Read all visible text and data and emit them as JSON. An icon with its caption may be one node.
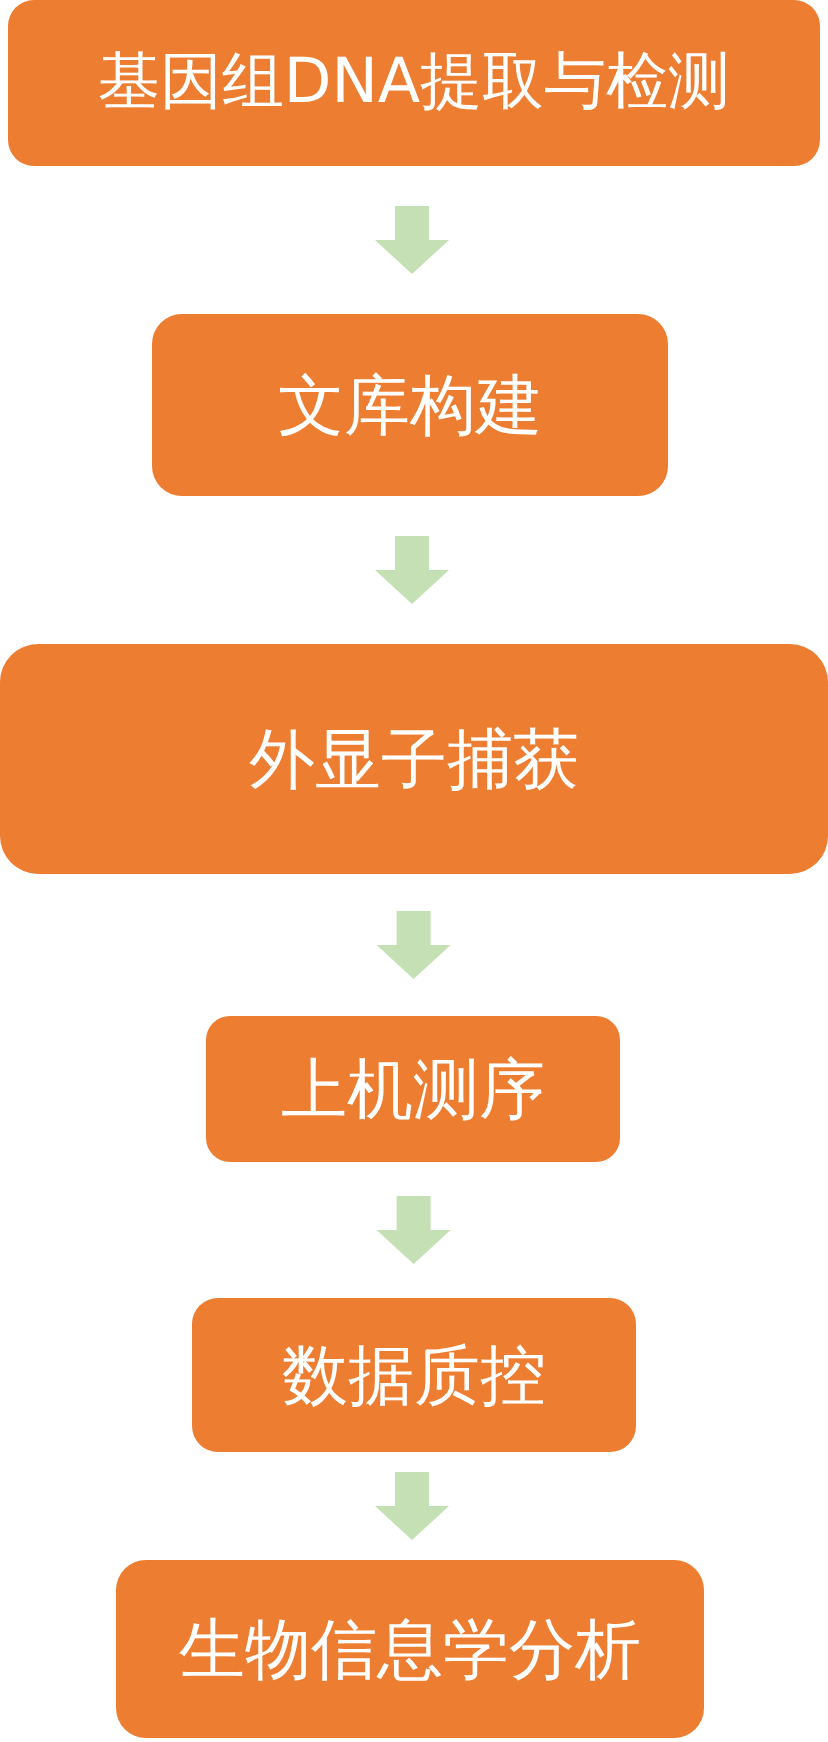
{
  "diagram": {
    "nodes": [
      {
        "text": [
          "基因组DNA提取与检测"
        ]
      },
      {
        "text": [
          "文库构建"
        ]
      },
      {
        "text": [
          "外显子捕获"
        ]
      },
      {
        "text": [
          "上机测序"
        ]
      },
      {
        "text": [
          "数据质控"
        ]
      },
      {
        "text": [
          "生物信息学分析"
        ]
      }
    ],
    "edges": [
      {
        "from": 0,
        "to": 1,
        "arrow": "to"
      },
      {
        "from": 1,
        "to": 2,
        "arrow": "to"
      },
      {
        "from": 2,
        "to": 3,
        "arrow": "to"
      },
      {
        "from": 3,
        "to": 4,
        "arrow": "to"
      },
      {
        "from": 4,
        "to": 5,
        "arrow": "to"
      }
    ]
  }
}
